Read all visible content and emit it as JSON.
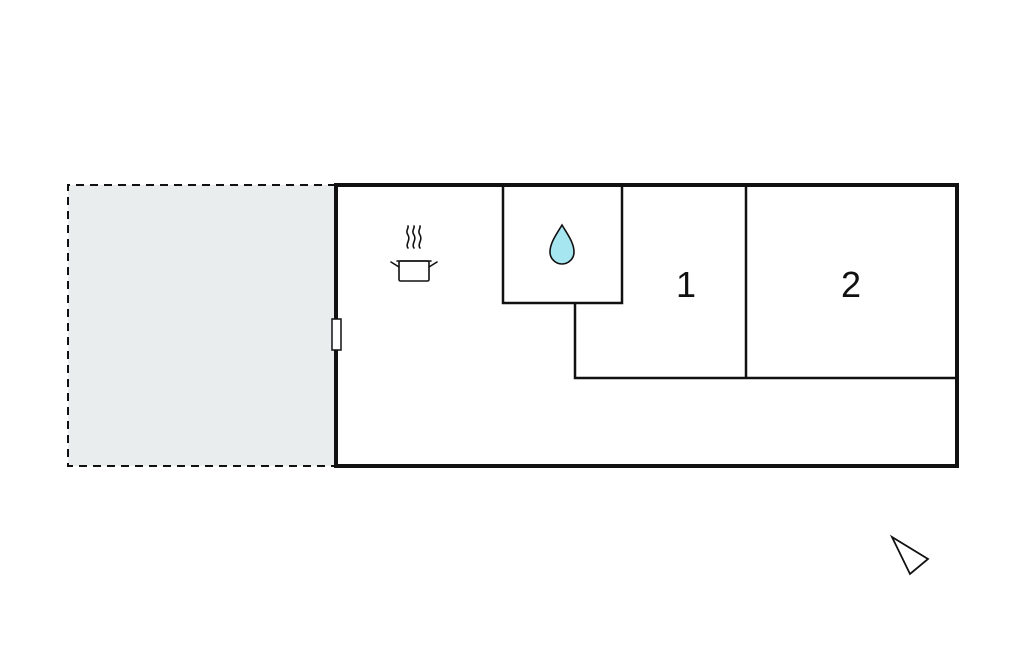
{
  "floorplan": {
    "rooms": [
      {
        "id": "bedroom-1",
        "label": "1"
      },
      {
        "id": "bedroom-2",
        "label": "2"
      }
    ],
    "icons": {
      "kitchen": "cooking-pot-icon",
      "bathroom": "water-drop-icon",
      "north": "north-arrow-icon"
    },
    "colors": {
      "wall": "#111111",
      "terrace_fill": "#e9eded",
      "water_drop": "#a6e6f0",
      "background": "#ffffff"
    }
  }
}
